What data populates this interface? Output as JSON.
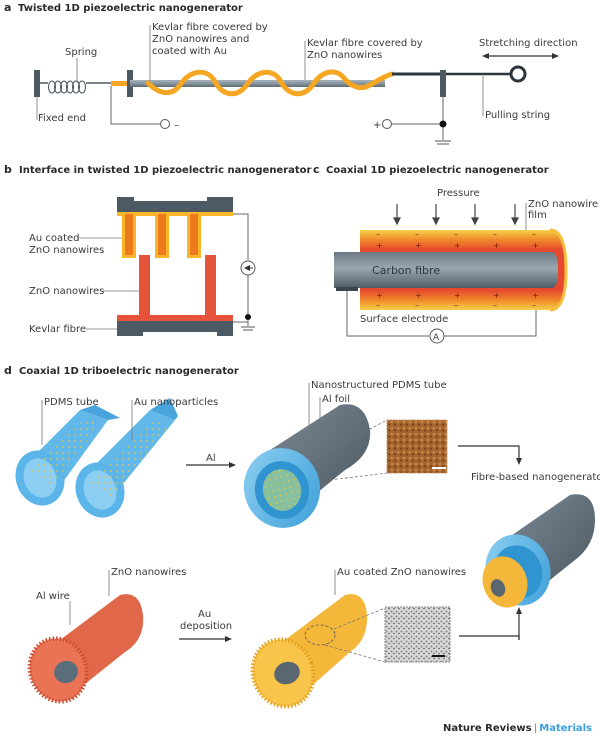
{
  "panels": {
    "a": {
      "letter": "a",
      "title": "Twisted 1D piezoelectric nanogenerator",
      "labels": {
        "spring": "Spring",
        "fixed_end": "Fixed end",
        "kevlar_au_1": "Kevlar fibre covered by",
        "kevlar_au_2": "ZnO nanowires and",
        "kevlar_au_3": "coated with Au",
        "kevlar_zno_1": "Kevlar fibre covered by",
        "kevlar_zno_2": "ZnO nanowires",
        "stretching": "Stretching direction",
        "pulling": "Pulling string",
        "minus": "–",
        "plus": "+"
      }
    },
    "b": {
      "letter": "b",
      "title": "Interface in twisted 1D piezoelectric nanogenerator",
      "labels": {
        "au_zno_1": "Au coated",
        "au_zno_2": "ZnO nanowires",
        "zno": "ZnO nanowires",
        "kevlar": "Kevlar fibre"
      }
    },
    "c": {
      "letter": "c",
      "title": "Coaxial 1D piezoelectric nanogenerator",
      "labels": {
        "pressure": "Pressure",
        "zno_film_1": "ZnO nanowire",
        "zno_film_2": "film",
        "carbon": "Carbon fibre",
        "surface": "Surface electrode",
        "ammeter": "A",
        "neg": "–",
        "pos": "+"
      }
    },
    "d": {
      "letter": "d",
      "title": "Coaxial 1D triboelectric nanogenerator",
      "labels": {
        "pdms_tube": "PDMS tube",
        "au_np": "Au nanoparticles",
        "al_step": "Al",
        "nano_pdms": "Nanostructured PDMS tube",
        "al_foil": "Al foil",
        "fibre_ng": "Fibre-based nanogenerator",
        "zno_nw": "ZnO nanowires",
        "al_wire": "Al wire",
        "au_dep_1": "Au",
        "au_dep_2": "deposition",
        "au_zno": "Au coated ZnO nanowires"
      }
    }
  },
  "colors": {
    "gold": "#f5a623",
    "grey_rod": "#8a97a2",
    "dark_slate": "#4d5a64",
    "zno_red": "#e4533a",
    "zno_orange": "#ee7a1e",
    "au_yellow": "#fbb52b",
    "pdms_blue": "#5bb5e8",
    "sem_brown": "#a5642e"
  },
  "footer": {
    "publisher": "Nature Reviews",
    "separator": "|",
    "journal": "Materials"
  }
}
